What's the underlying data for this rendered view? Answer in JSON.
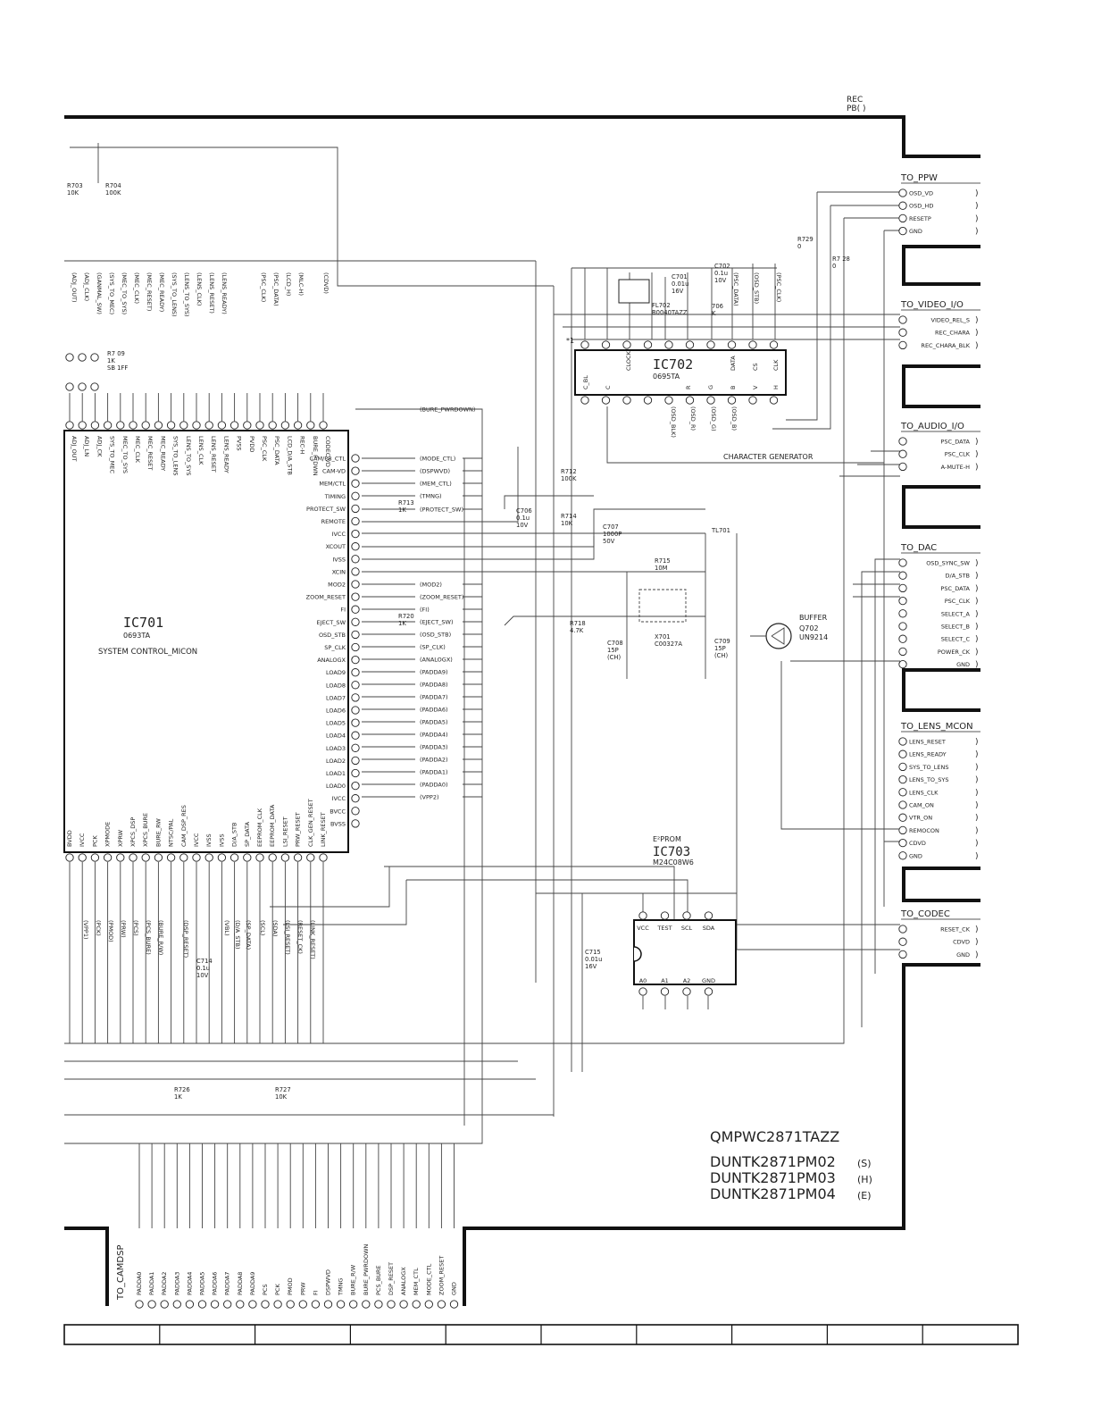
{
  "rec_pb": {
    "line1": "REC",
    "line2": "PB( )"
  },
  "ic701": {
    "ref": "IC701",
    "part": "0693TA",
    "desc": "SYSTEM CONTROL_MICON",
    "top_pins": [
      "ADJ_OUT",
      "ADJ_LN",
      "ADJ_CK",
      "SYS_TO_MEC",
      "MEC_TO_SYS",
      "MEC_CLK",
      "MEC_RESET",
      "MEC_READY",
      "SYS_TO_LENS",
      "LENS_TO_SYS",
      "LENS_CLK",
      "LENS_RESET",
      "LENS_READY",
      "PVSS",
      "PVDD",
      "PSC_CLK",
      "PSC_DATA",
      "LCD_D/A_STB",
      "REC-H",
      "BURE_P_DWN",
      "CODEC VD"
    ],
    "right_pins": [
      "CAM/PB_CTL",
      "CAM-VD",
      "MEM/CTL",
      "TIMING",
      "PROTECT_SW",
      "REMOTE",
      "IVCC",
      "XCOUT",
      "IVSS",
      "XCIN",
      "MOD2",
      "ZOOM_RESET",
      "FI",
      "EJECT_SW",
      "OSD_STB",
      "SP_CLK",
      "ANALOGX",
      "LOAD9",
      "LOAD8",
      "LOAD7",
      "LOAD6",
      "LOAD5",
      "LOAD4",
      "LOAD3",
      "LOAD2",
      "LOAD1",
      "LOAD0",
      "IVCC",
      "BVCC",
      "BVSS"
    ],
    "bottom_pins": [
      "BVDD",
      "IVCC",
      "PCK",
      "XPMODE",
      "XPRW",
      "XPCS_DSP",
      "XPCS_BURE",
      "BURE_RW",
      "NTSC/PAL",
      "CAM_DSP_RES",
      "IVCC",
      "IVSS",
      "IVSS",
      "D/A_STB",
      "SP_DATA",
      "EEPROM_CLK",
      "EEPROM_DATA",
      "LSI_RESET",
      "PRW_RESET",
      "CLK_GEN_RESET",
      "LINK_RESET"
    ]
  },
  "ic702": {
    "ref": "IC702",
    "part": "0695TA",
    "desc": "CHARACTER GENERATOR",
    "mark": "*1",
    "inner_top": [
      "CLOCK",
      "DATA",
      "CS",
      "CLK"
    ],
    "inner_bottom": [
      "C_BL",
      "C",
      "R",
      "G",
      "B",
      "V",
      "H"
    ]
  },
  "ic703": {
    "title": "E²PROM",
    "ref": "IC703",
    "part": "M24C08W6",
    "top_pins": [
      "VCC",
      "TEST",
      "SCL",
      "SDA"
    ],
    "bottom_pins": [
      "A0",
      "A1",
      "A2",
      "GND"
    ]
  },
  "q702": {
    "label": "BUFFER",
    "ref": "Q702",
    "part": "UN9214"
  },
  "signals_top": [
    "(ADJ_OUT)",
    "(ADJ_CLK)",
    "(GANMAL_SW)",
    "(SYS_TO_MEC)",
    "(MEC_TO_SYS)",
    "(MEC_CLK)",
    "(MEC_RESET)",
    "(MEC_READY)",
    "(SYS_TO_LENS)",
    "(LENS_TO_SYS)",
    "(LENS_CLK)",
    "(LENS_RESET)",
    "(LENS_READY)",
    "(PSC_CLK)",
    "(PSC_DATA)",
    "(LCD_H)",
    "(MLC-H)",
    "(CDVD)"
  ],
  "signals_right": [
    "(BURE_PWRDOWN)",
    "(MODE_CTL)",
    "(DSPWVD)",
    "(MEM_CTL)",
    "(TMNG)",
    "(PROTECT_SW)",
    "(MOD2)",
    "(ZOOM_RESET)",
    "(FI)",
    "(EJECT_SW)",
    "(OSD_STB)",
    "(SP_CLK)",
    "(ANALOGX)",
    "(PADDA9)",
    "(PADDA8)",
    "(PADDA7)",
    "(PADDA6)",
    "(PADDA5)",
    "(PADDA4)",
    "(PADDA3)",
    "(PADDA2)",
    "(PADDA1)",
    "(PADDA0)",
    "(VPP2)"
  ],
  "signals_bottom": [
    "(VPP1)",
    "(PCK)",
    "(PMOD)",
    "(PRW)",
    "(PCS)",
    "(PCS_BURE)",
    "(BURE_R/W)",
    "(DSP_RESET)",
    "(VBL)",
    "(D/A_STB)",
    "(SP_DATA)",
    "(SCL)",
    "(SDA)",
    "(LSI_RESET)",
    "(RESET_CK)",
    "(LINK_RESET)"
  ],
  "ic702_signals": [
    "(PSC_DATA)",
    "(OSD_STB)",
    "(PSC_CLK)",
    "(OSD_BLK)",
    "(OSD_R)",
    "(OSD_G)",
    "(OSD_B)"
  ],
  "components": {
    "r703": "R703\n10K",
    "r704": "R704\n100K",
    "r709": "R7 09\n1K\nSB 1FF",
    "r712": "R712\n100K",
    "r713": "R713\n1K",
    "r714": "R714\n10K",
    "r715": "R715\n10M",
    "r718": "R718\n4.7K",
    "r720": "R720\n1K",
    "r726": "R726\n1K",
    "r727": "R727\n10K",
    "r728": "R7 28\n0",
    "r729": "R729\n0",
    "r706": "706\nK",
    "c701": "C701\n0.01u\n16V",
    "c702": "C702\n0.1u\n10V",
    "c706": "C706\n0.1u\n10V",
    "c707": "C707\n1000P\n50V",
    "c708": "C708\n15P\n(CH)",
    "c709": "C709\n15P\n(CH)",
    "c714": "C714\n0.1u\n10V",
    "c715": "C715\n0.01u\n16V",
    "fl702": "FL702\nB0040TAZZ",
    "x701": "X701\nC00327A",
    "tl701": "TL701"
  },
  "connectors": [
    {
      "name": "TO_PPW",
      "pins": [
        "OSD_VD",
        "OSD_HD",
        "RESETP",
        "GND"
      ]
    },
    {
      "name": "TO_VIDEO_I/O",
      "pins": [
        "VIDEO_REL_S",
        "REC_CHARA",
        "REC_CHARA_BLK"
      ]
    },
    {
      "name": "TO_AUDIO_I/O",
      "pins": [
        "PSC_DATA",
        "PSC_CLK",
        "A-MUTE-H"
      ]
    },
    {
      "name": "TO_DAC",
      "pins": [
        "OSD_SYNC_SW",
        "D/A_STB",
        "PSC_DATA",
        "PSC_CLK",
        "SELECT_A",
        "SELECT_B",
        "SELECT_C",
        "POWER_CK",
        "GND"
      ]
    },
    {
      "name": "TO_LENS_MCON",
      "pins": [
        "LENS_RESET",
        "LENS_READY",
        "SYS_TO_LENS",
        "LENS_TO_SYS",
        "LENS_CLK",
        "CAM_ON",
        "VTR_ON",
        "REMOCON",
        "CDVD",
        "GND"
      ]
    },
    {
      "name": "TO_CODEC",
      "pins": [
        "RESET_CK",
        "CDVD",
        "GND"
      ]
    }
  ],
  "camdsp": {
    "name": "TO_CAMDSP",
    "pins": [
      "PADDA0",
      "PADDA1",
      "PADDA2",
      "PADDA3",
      "PADDA4",
      "PADDA5",
      "PADDA6",
      "PADDA7",
      "PADDA8",
      "PADDA9",
      "PCS",
      "PCK",
      "PMOD",
      "PRW",
      "FI",
      "DSPWVD",
      "TMNG",
      "BURE_R/W",
      "BURE_PWRDOWN",
      "PCS_BURE",
      "DSP_RESET",
      "ANALOGX",
      "MEM_CTL",
      "MODE_CTL",
      "ZOOM_RESET",
      "GND"
    ]
  },
  "part_numbers": {
    "main": "QMPWC2871TAZZ",
    "s": "DUNTK2871PM02",
    "s_tag": "(S)",
    "h": "DUNTK2871PM03",
    "h_tag": "(H)",
    "e": "DUNTK2871PM04",
    "e_tag": "(E)"
  }
}
